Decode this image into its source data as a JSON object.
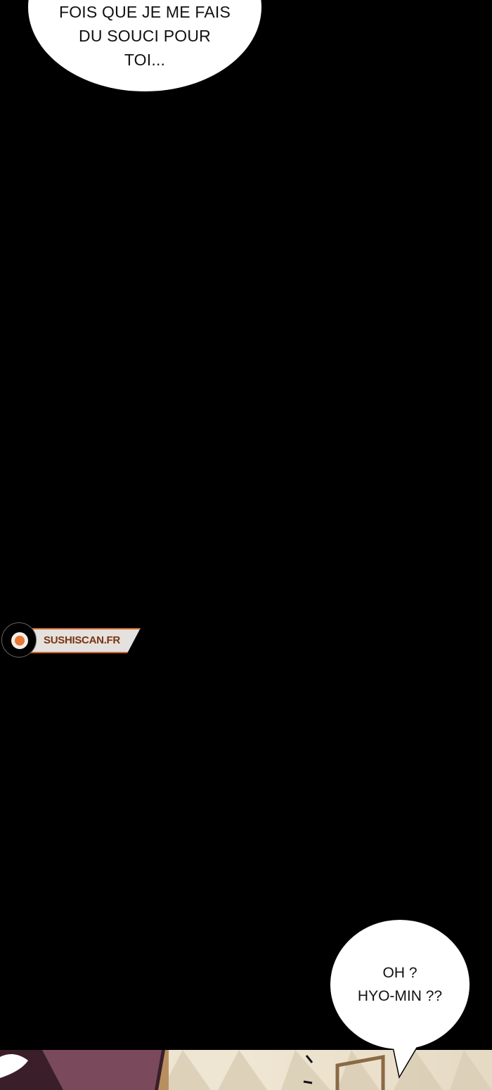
{
  "top_bubble": {
    "lines": [
      "FOIS QUE JE ME FAIS",
      "DU SOUCI POUR",
      "TOI..."
    ]
  },
  "watermark": {
    "text": "SUSHISCAN.FR",
    "accent": "#c8622a"
  },
  "bottom_bubble": {
    "lines": [
      "OH ?",
      "HYO-MIN ??"
    ]
  }
}
